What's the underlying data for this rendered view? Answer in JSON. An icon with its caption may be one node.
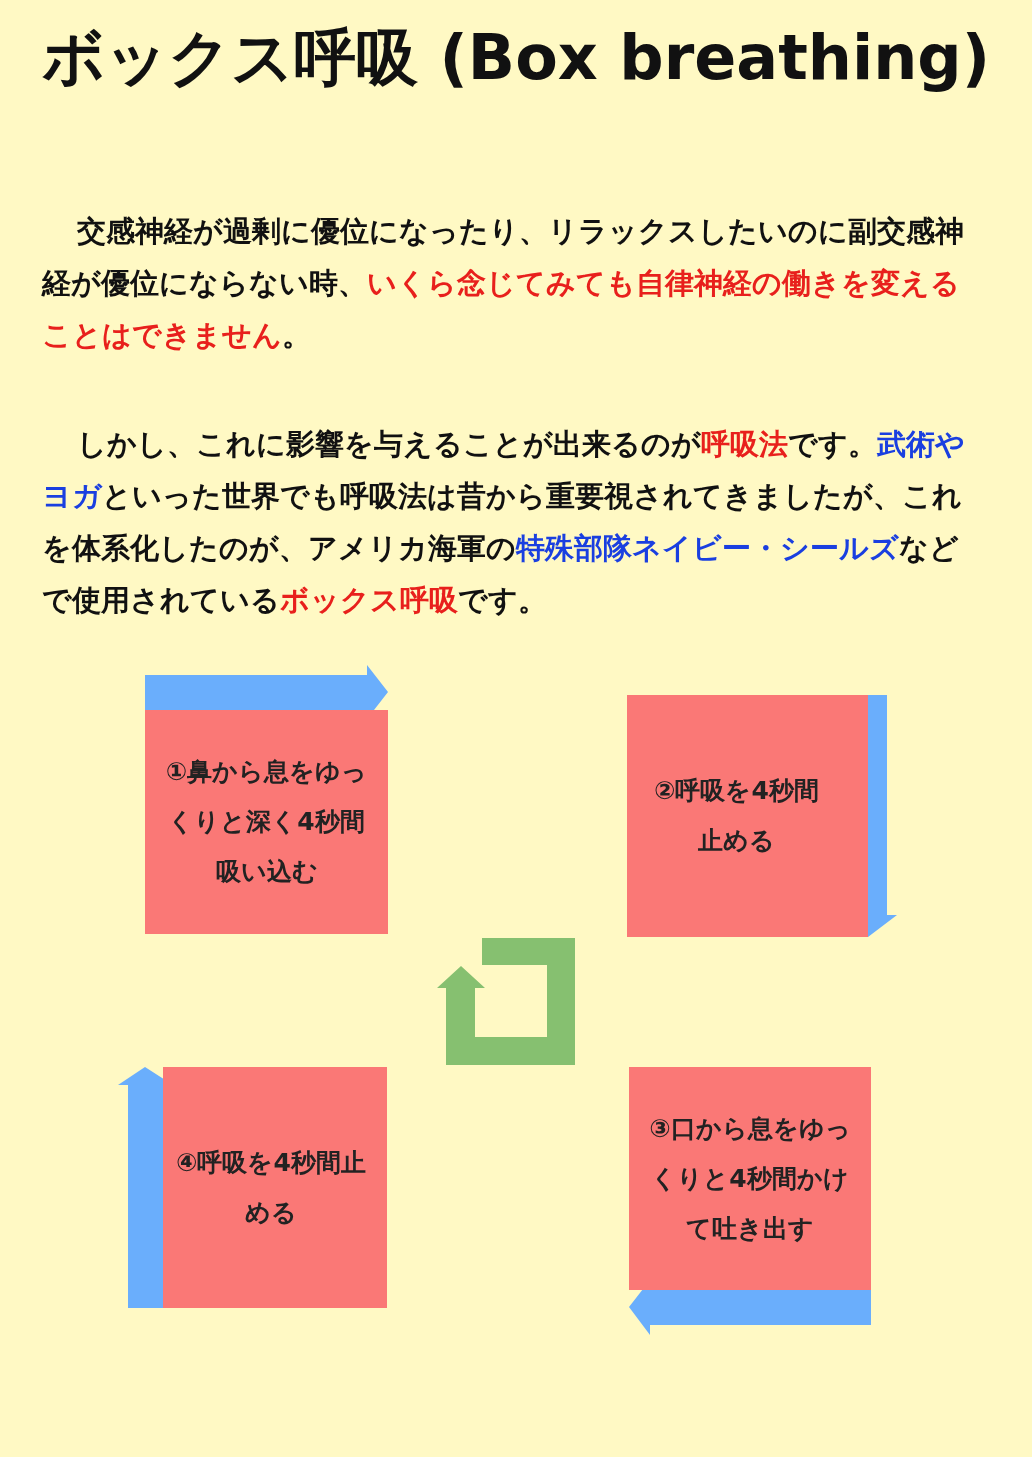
{
  "diagram": {
    "title": "ボックス呼吸 (Box breathing)",
    "nodes": [
      {
        "text": [
          "①鼻から息をゆっくりと深く4秒間吸い込む"
        ]
      },
      {
        "text": [
          "②呼吸を4秒間止める"
        ]
      },
      {
        "text": [
          "③口から息をゆっくりと4秒間かけて吐き出す"
        ]
      },
      {
        "text": [
          "④呼吸を4秒間止める"
        ]
      }
    ],
    "edges": [],
    "labels": [
      "交感神経が過剰に優位になったり、リラックスしたいのに副交感神経が優位にならない時、",
      "いくら念じてみても自律神経の働きを変えることはできません",
      "。",
      "しかし、これに影響を与えることが出来るのが",
      "呼吸法",
      "です。",
      "武術やヨガ",
      "といった世界でも呼吸法は昔から重要視されてきましたが、これを体系化したのが、アメリカ海軍の",
      "特殊部隊ネイビー・シールズ",
      "などで使用されている",
      "ボックス呼吸",
      "です。"
    ]
  }
}
